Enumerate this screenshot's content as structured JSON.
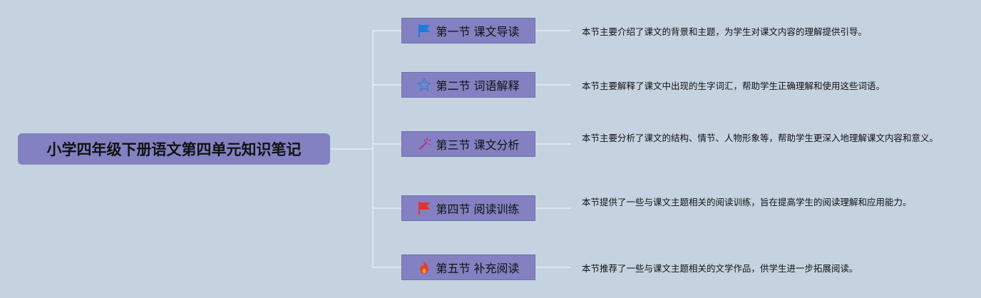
{
  "root": {
    "title": "小学四年级下册语文第四单元知识笔记"
  },
  "sections": [
    {
      "title": "第一节 课文导读",
      "icon": "blue-flag-icon",
      "description": "本节主要介绍了课文的背景和主题，为学生对课文内容的理解提供引导。"
    },
    {
      "title": "第二节 词语解释",
      "icon": "star-outline-icon",
      "description": "本节主要解释了课文中出现的生字词汇，帮助学生正确理解和使用这些词语。"
    },
    {
      "title": "第三节 课文分析",
      "icon": "magic-wand-icon",
      "description": "本节主要分析了课文的结构、情节、人物形象等，帮助学生更深入地理解课文内容和意义。"
    },
    {
      "title": "第四节 阅读训练",
      "icon": "red-flag-icon",
      "description": "本节提供了一些与课文主题相关的阅读训练，旨在提高学生的阅读理解和应用能力。"
    },
    {
      "title": "第五节 补充阅读",
      "icon": "fire-icon",
      "description": "本节推荐了一些与课文主题相关的文学作品，供学生进一步拓展阅读。"
    }
  ],
  "colors": {
    "background": "#c5d3e1",
    "node_fill": "#8381c2",
    "connector": "#e6ebf2",
    "blue_flag": "#1e7be0",
    "star": "#3a7fd8",
    "wand": "#c0307a",
    "red_flag": "#e0332e",
    "fire": "#e8402a"
  }
}
